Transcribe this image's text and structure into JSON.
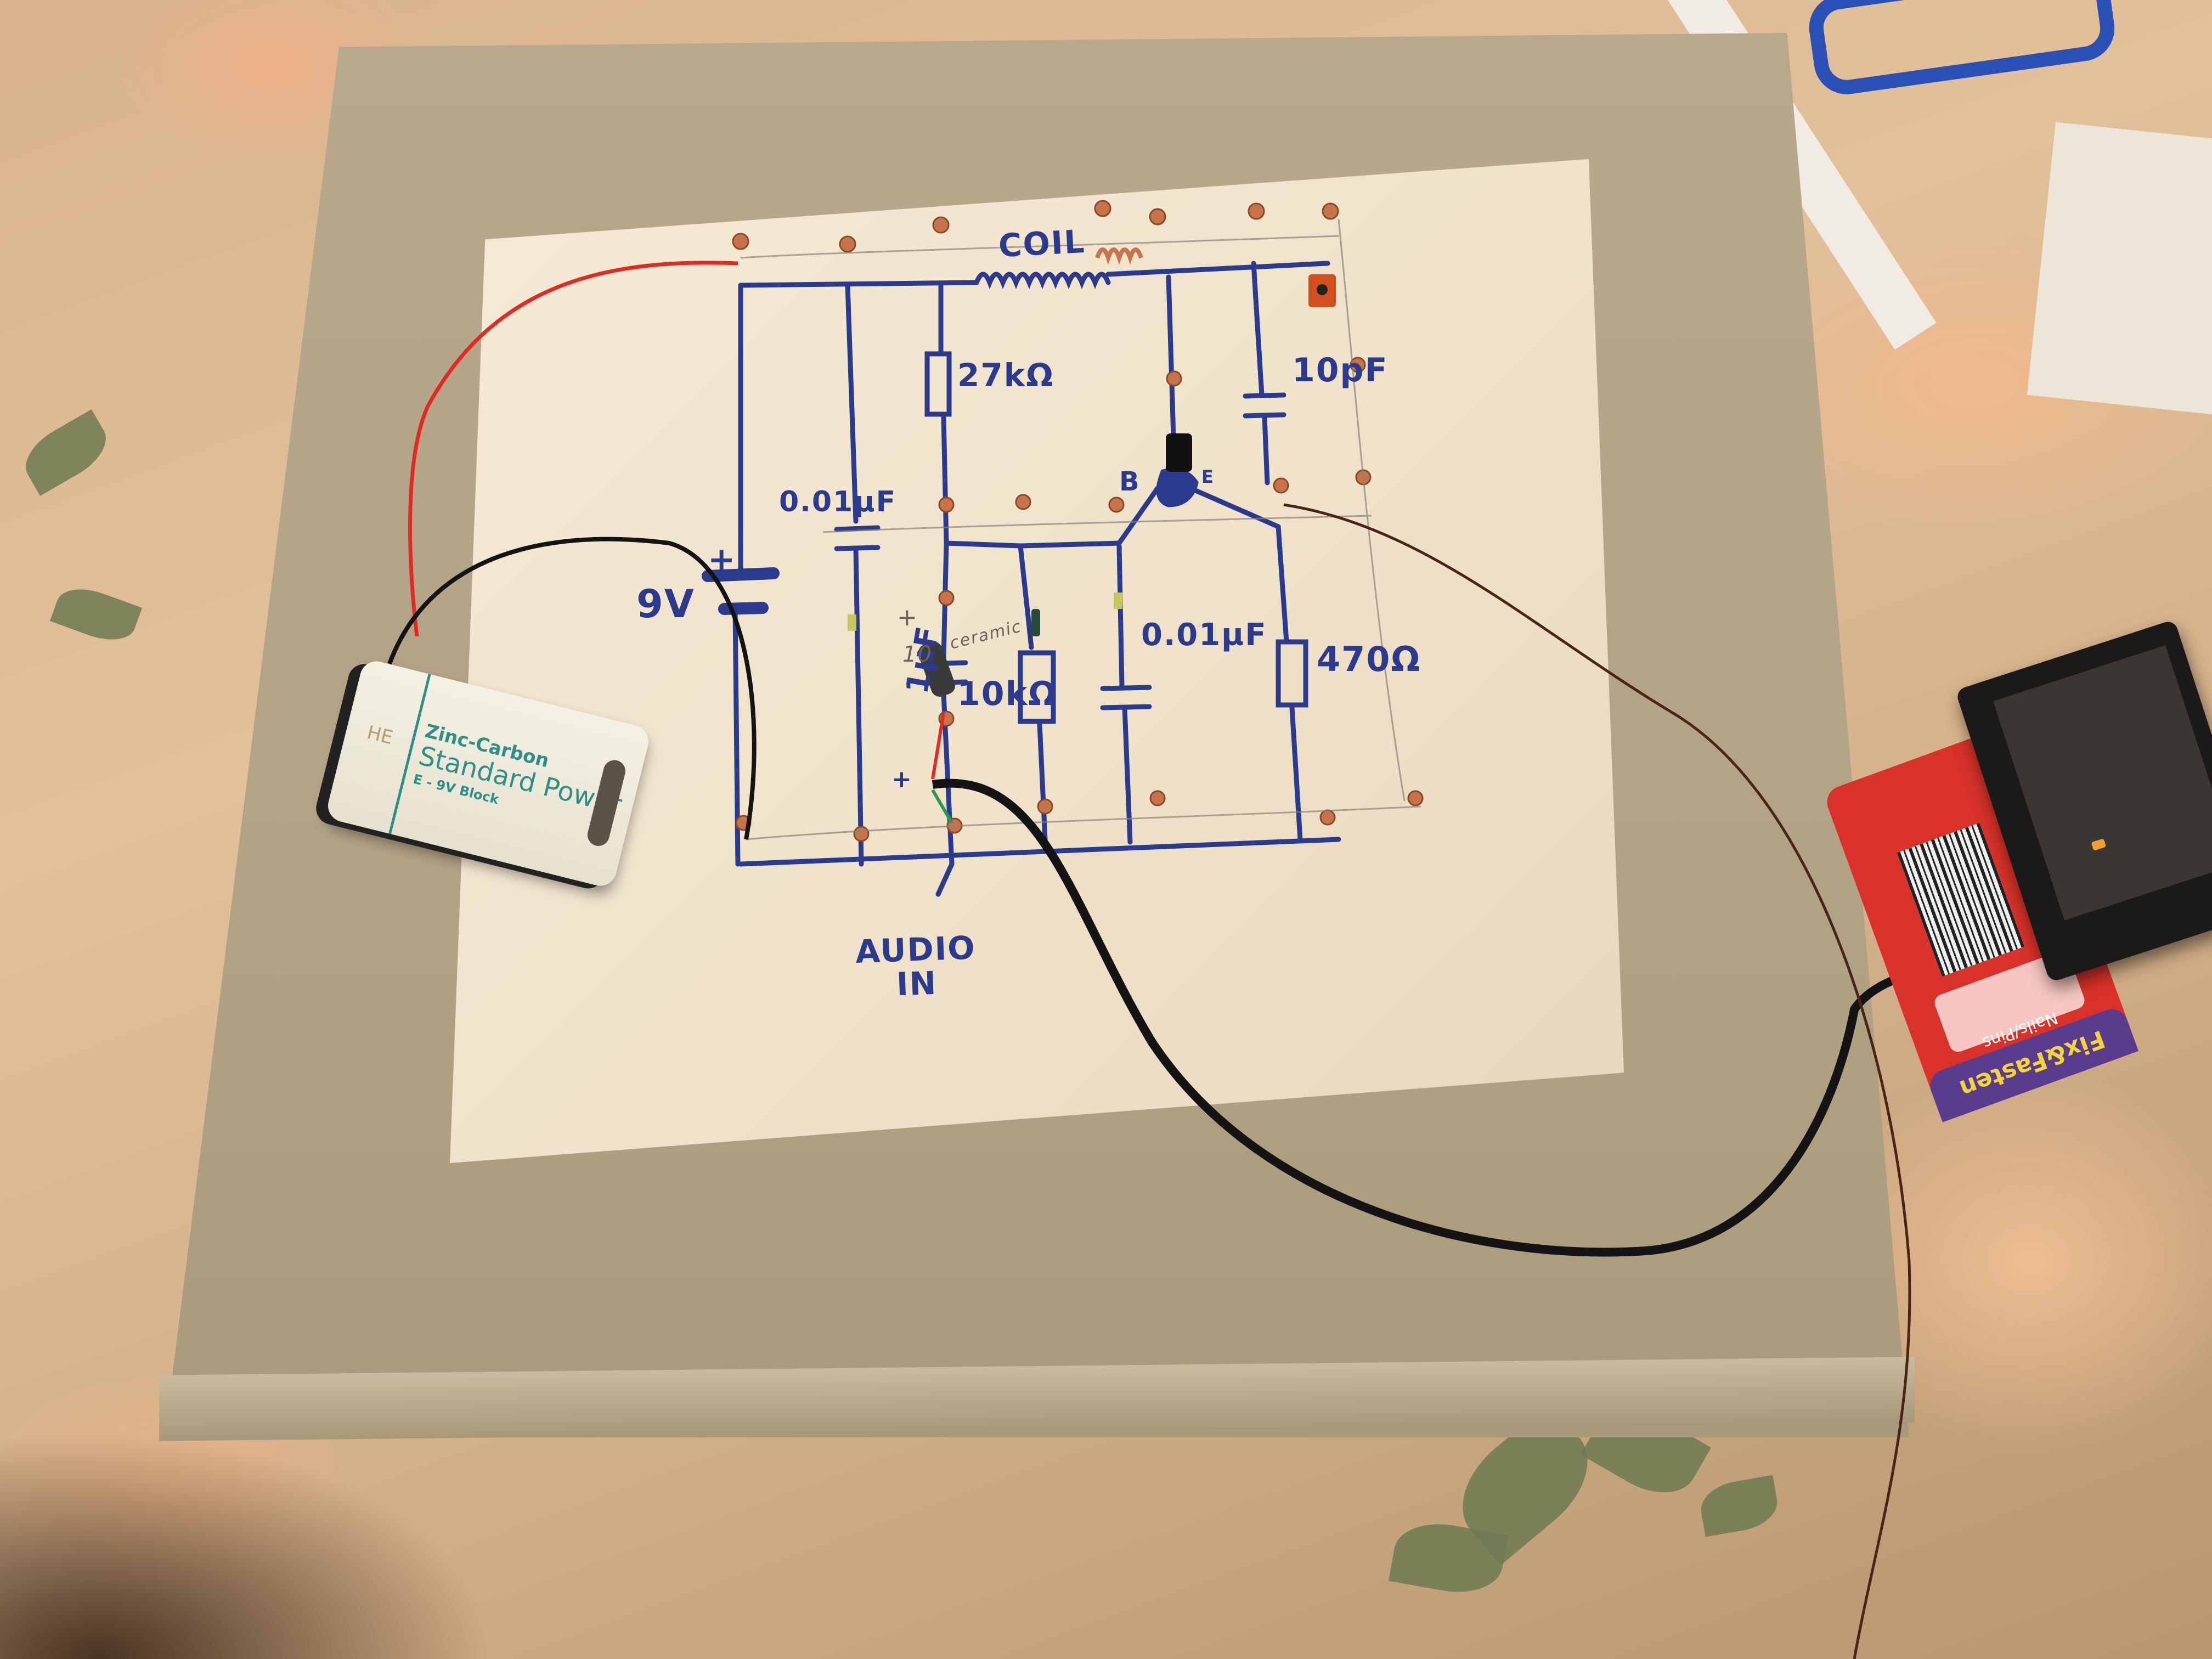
{
  "scene": {
    "description": "Hand-built FM/audio transmitter circuit: a schematic drawn in blue ink on paper taped to a hardcover book, with copper nail terminals, components and wires, a 9V battery and an audio player connected.",
    "colors": {
      "ink": "#2b3a8c",
      "copper": "#c8734a",
      "wire_red": "#e02a22",
      "wire_black": "#141414",
      "wire_brown": "#4a2418",
      "paper": "#f2e6d0",
      "book": "#b3a385"
    }
  },
  "schematic": {
    "labels": {
      "coil": "COIL",
      "r1": "27kΩ",
      "c_trim": "10pF",
      "c1": "0.01µF",
      "battery": "9V",
      "battery_plus": "+",
      "electrolytic": "1µF",
      "electrolytic_plus": "+",
      "electrolytic_note": "ceramic",
      "electrolytic_note_num": "10",
      "r2": "10kΩ",
      "c2": "0.01µF",
      "r3": "470Ω",
      "transistor_base": "B",
      "transistor_emitter": "E",
      "audio_in": "AUDIO IN",
      "audio_plus": "+"
    }
  },
  "battery": {
    "brand_mark": "HE",
    "line1": "Zinc-Carbon",
    "line2": "Standard Power",
    "line3": "E - 9V Block"
  },
  "fastener_pack": {
    "brand": "Fix&Fasten",
    "subtitle": "Nails/Pins"
  }
}
